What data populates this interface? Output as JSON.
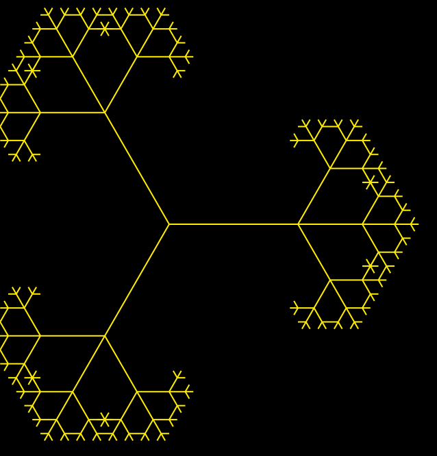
{
  "colors": {
    "background": "#000000",
    "stroke": "#ffee00"
  },
  "fractal": {
    "type": "branching-tree-fractal",
    "main_branches": 3,
    "child_branches_per_node": 3,
    "branch_angle_degrees": 120,
    "length_ratio": 0.5,
    "recursion_depth": 5
  }
}
